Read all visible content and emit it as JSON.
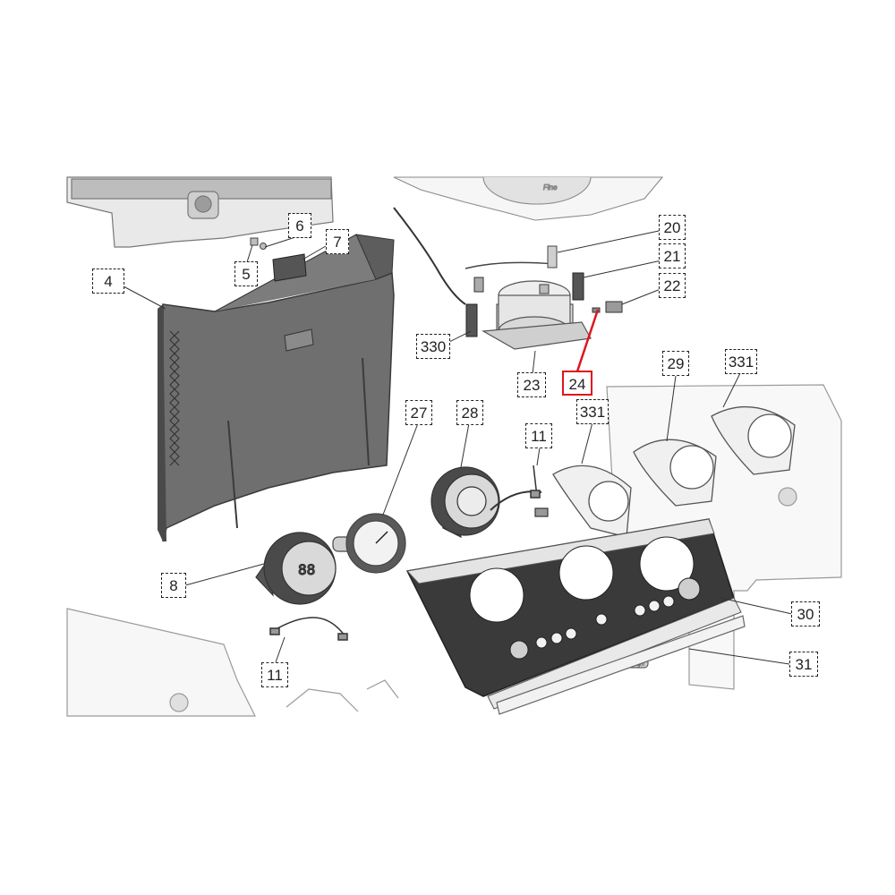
{
  "diagram": {
    "callouts": {
      "c4": "4",
      "c5": "5",
      "c6": "6",
      "c7": "7",
      "c8": "8",
      "c11a": "11",
      "c11b": "11",
      "c20": "20",
      "c21": "21",
      "c22": "22",
      "c23": "23",
      "c24": "24",
      "c27": "27",
      "c28": "28",
      "c29": "29",
      "c30": "30",
      "c31": "31",
      "c330": "330",
      "c331a": "331",
      "c331b": "331"
    },
    "highlighted_callout": "24",
    "highlight_color": "#e0141b",
    "dial_mark": "Fine",
    "brand_mark": "De'Longhi"
  }
}
